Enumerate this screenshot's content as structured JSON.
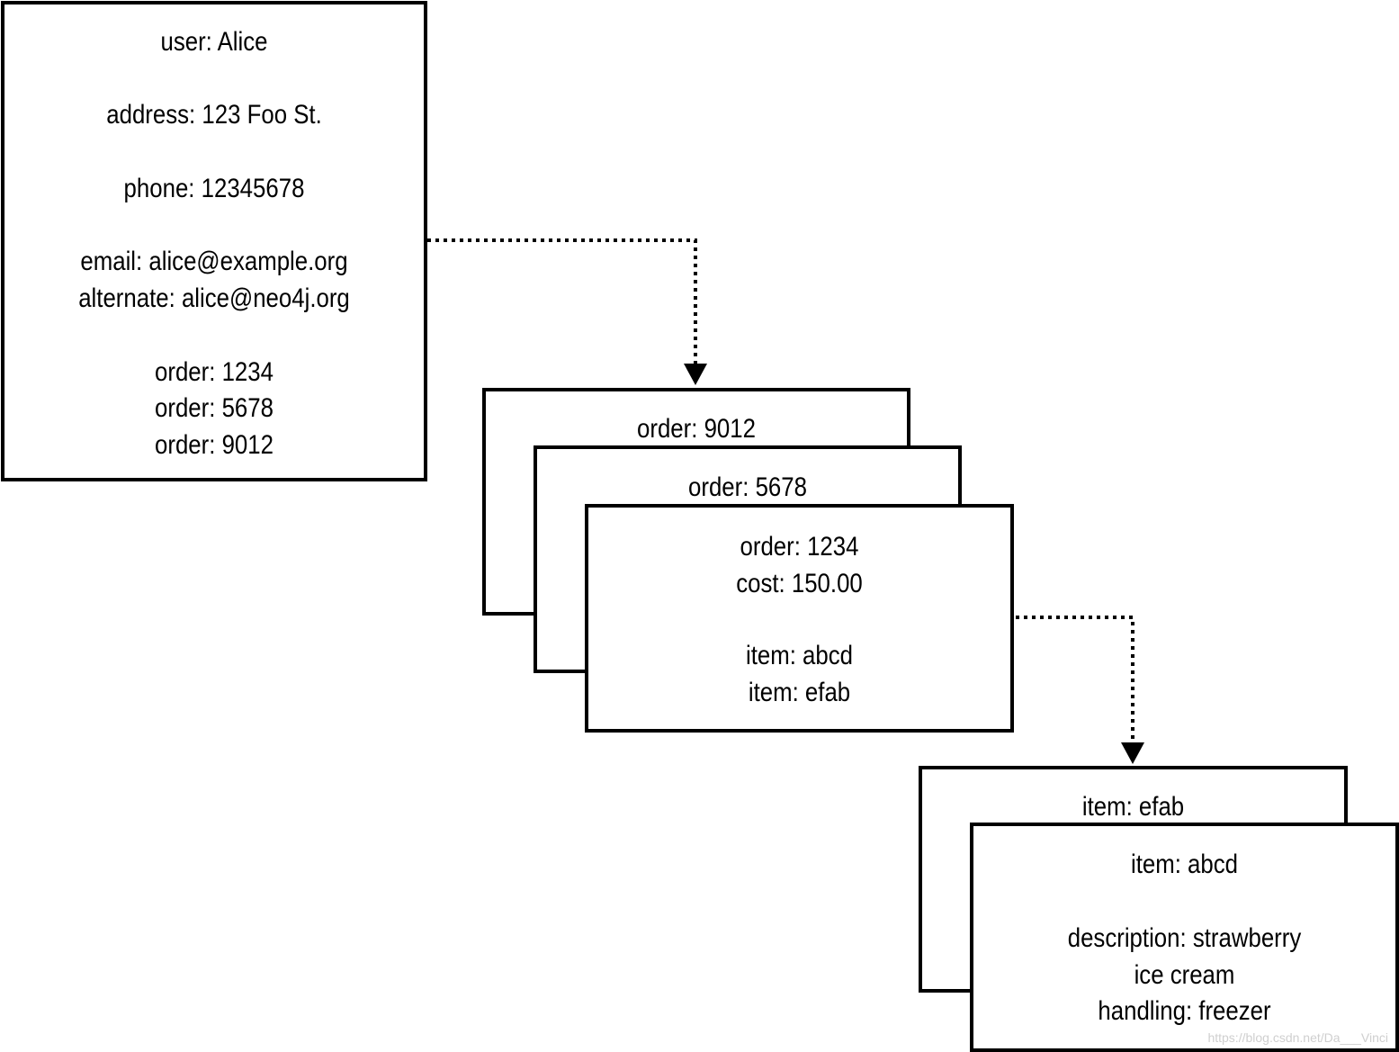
{
  "user_card": {
    "user": "user: Alice",
    "address": "address: 123 Foo St.",
    "phone": "phone: 12345678",
    "email": "email: alice@example.org",
    "alternate": "alternate: alice@neo4j.org",
    "orders": [
      "order: 1234",
      "order: 5678",
      "order: 9012"
    ]
  },
  "order_cards": {
    "back": {
      "title": "order: 9012"
    },
    "middle": {
      "title": "order: 5678"
    },
    "front": {
      "title": "order: 1234",
      "cost": "cost: 150.00",
      "items": [
        "item: abcd",
        "item: efab"
      ]
    }
  },
  "item_cards": {
    "back": {
      "title": "item: efab"
    },
    "front": {
      "title": "item: abcd",
      "description_line1": "description: strawberry",
      "description_line2": "ice cream",
      "handling": "handling: freezer"
    }
  },
  "watermark": "https://blog.csdn.net/Da___Vinci"
}
